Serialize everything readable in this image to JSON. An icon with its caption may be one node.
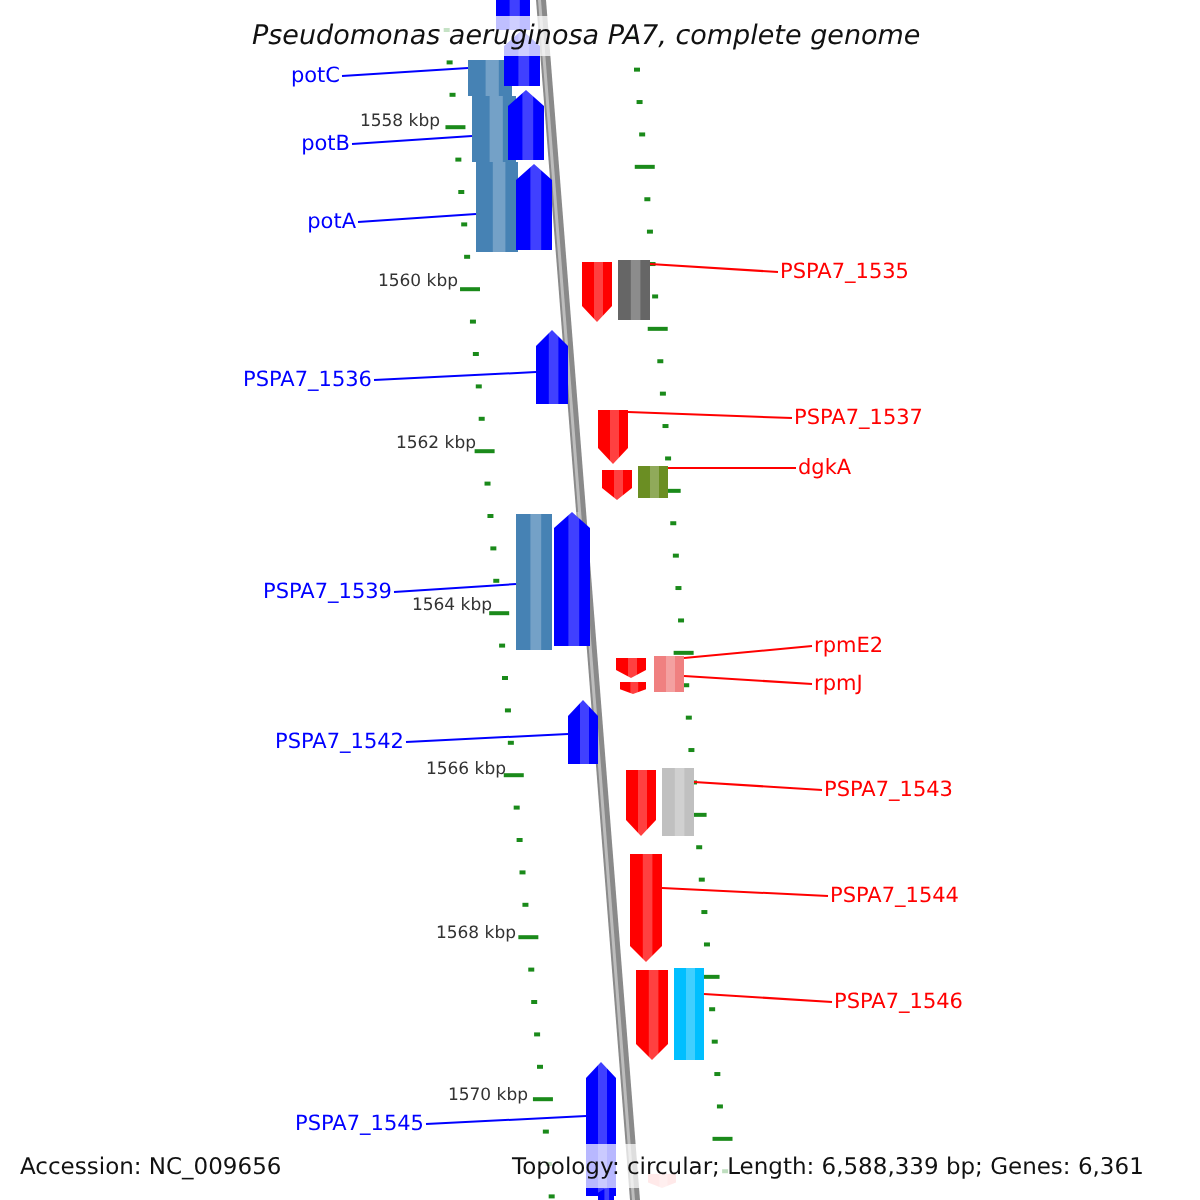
{
  "diagram": {
    "title": "Pseudomonas aeruginosa PA7, complete genome",
    "nodes": [
      {
        "text": [],
        "shape": "bar"
      },
      {
        "text": [
          "potC"
        ]
      },
      {
        "text": [],
        "shape": "box"
      },
      {
        "text": [],
        "shape": "bar"
      },
      {
        "text": [
          "potB"
        ]
      },
      {
        "text": [],
        "shape": "box"
      },
      {
        "text": [],
        "shape": "bar"
      },
      {
        "text": [
          "potA"
        ]
      },
      {
        "text": [],
        "shape": "box"
      },
      {
        "text": [],
        "shape": "bar"
      },
      {
        "text": [
          "PSPA7_1535"
        ]
      },
      {
        "text": [],
        "shape": "bar"
      },
      {
        "text": [],
        "shape": "box"
      },
      {
        "text": [
          "PSPA7_1536"
        ]
      },
      {
        "text": [],
        "shape": "bar"
      },
      {
        "text": [
          "PSPA7_1537"
        ]
      },
      {
        "text": [],
        "shape": "bar"
      },
      {
        "text": [
          "dgkA"
        ]
      },
      {
        "text": [],
        "shape": "bar"
      },
      {
        "text": [],
        "shape": "box"
      },
      {
        "text": [
          "PSPA7_1539"
        ]
      },
      {
        "text": [],
        "shape": "box"
      },
      {
        "text": [],
        "shape": "bar"
      },
      {
        "text": [
          "rpmE2"
        ]
      },
      {
        "text": [],
        "shape": "bar"
      },
      {
        "text": [
          "rpmJ"
        ]
      },
      {
        "text": [],
        "shape": "bar"
      },
      {
        "text": [],
        "shape": "box"
      },
      {
        "text": [
          "PSPA7_1542"
        ]
      },
      {
        "text": [],
        "shape": "bar"
      },
      {
        "text": [
          "PSPA7_1543"
        ]
      },
      {
        "text": [],
        "shape": "bar"
      },
      {
        "text": [],
        "shape": "box"
      },
      {
        "text": [
          "PSPA7_1544"
        ]
      },
      {
        "text": [],
        "shape": "bar"
      },
      {
        "text": [
          "PSPA7_1546"
        ]
      },
      {
        "text": [],
        "shape": "bar"
      },
      {
        "text": [],
        "shape": "box"
      },
      {
        "text": [
          "PSPA7_1545"
        ]
      },
      {
        "text": [],
        "shape": "bar"
      },
      {
        "text": [],
        "shape": "bar"
      },
      {
        "text": [],
        "shape": "bar"
      }
    ],
    "edges": [
      {
        "from": 1,
        "to": 2,
        "arrow": "none",
        "color": "#0000ff"
      },
      {
        "from": 4,
        "to": 5,
        "arrow": "none",
        "color": "#0000ff"
      },
      {
        "from": 7,
        "to": 8,
        "arrow": "none",
        "color": "#0000ff"
      },
      {
        "from": 10,
        "to": 12,
        "arrow": "none"
      },
      {
        "from": 13,
        "to": 14,
        "arrow": "none",
        "color": "#0000ff"
      },
      {
        "from": 15,
        "to": 16,
        "arrow": "none"
      },
      {
        "from": 17,
        "to": 19,
        "arrow": "none"
      },
      {
        "from": 20,
        "to": 21,
        "arrow": "none",
        "color": "#0000ff"
      },
      {
        "from": 23,
        "to": 27,
        "arrow": "none"
      },
      {
        "from": 25,
        "to": 27,
        "arrow": "none"
      },
      {
        "from": 28,
        "to": 29,
        "arrow": "none",
        "color": "#0000ff"
      },
      {
        "from": 30,
        "to": 32,
        "arrow": "none"
      },
      {
        "from": 33,
        "to": 34,
        "arrow": "none"
      },
      {
        "from": 35,
        "to": 37,
        "arrow": "none"
      },
      {
        "from": 38,
        "to": 39,
        "arrow": "none",
        "color": "#0000ff"
      }
    ],
    "labels": [
      "1558 kbp",
      "1560 kbp",
      "1562 kbp",
      "1564 kbp",
      "1566 kbp",
      "1568 kbp",
      "1570 kbp",
      "Accession: NC_009656",
      "Topology: circular; Length: 6,588,339 bp; Genes: 6,361"
    ]
  }
}
